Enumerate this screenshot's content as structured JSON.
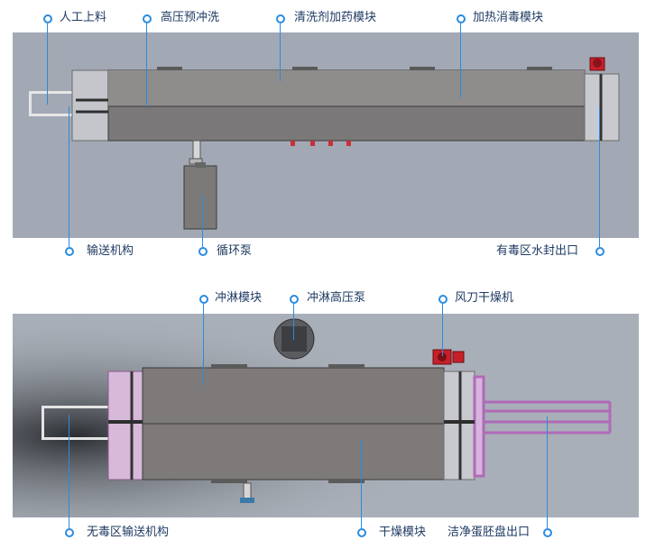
{
  "top_diagram": {
    "labels": {
      "manual_loading": "人工上料",
      "high_pressure_prewash": "高压预冲洗",
      "detergent_dosing_module": "清洗剂加药模块",
      "heating_disinfection_module": "加热消毒模块",
      "conveyor_mechanism": "输送机构",
      "circulation_pump": "循环泵",
      "toxic_zone_water_seal_exit": "有毒区水封出口"
    }
  },
  "bottom_diagram": {
    "labels": {
      "rinse_module": "冲淋模块",
      "rinse_high_pressure_pump": "冲淋高压泵",
      "air_knife_dryer": "风刀干燥机",
      "nontoxic_zone_conveyor": "无毒区输送机构",
      "drying_module": "干燥模块",
      "clean_egg_tray_exit": "洁净蛋胚盘出口"
    }
  },
  "colors": {
    "accent": "#2a8be0",
    "label_text": "#1f3b63",
    "panel_bg": "#9aa1ad",
    "machine_body": "#7d7b7b",
    "machine_frame": "#c8c8cc",
    "motor_red": "#c8202a",
    "exit_purple": "#b06ab8"
  }
}
